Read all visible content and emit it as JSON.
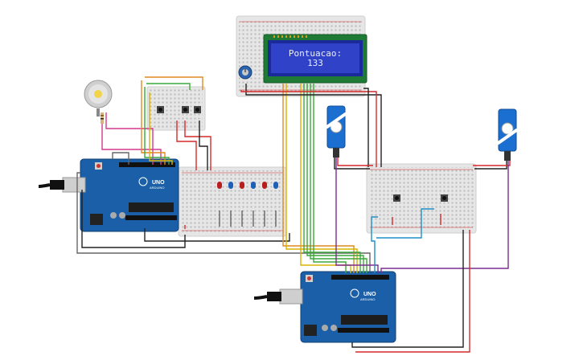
{
  "lcd": {
    "line1": "Pontuacao:",
    "line2": "133"
  },
  "boards": {
    "uno_label": "UNO",
    "arduino_label": "ARDUINO"
  },
  "colors": {
    "background": "#ffffff",
    "breadboard": "#e6e6e6",
    "arduino": "#1a5fa8",
    "lcd_screen": "#3043c8",
    "lcd_pcb": "#1f7a35",
    "servo": "#1b6fd1",
    "wire_red": "#d42a2a",
    "wire_black": "#222222",
    "wire_green": "#3aa83a",
    "wire_orange": "#e08a1e",
    "wire_yellow": "#d9b300",
    "wire_purple": "#7a2d8f",
    "wire_blue": "#1e8fc8",
    "wire_gray": "#666666",
    "wire_pink": "#d43a8a"
  },
  "components": {
    "motor": "dc-motor-icon",
    "servo": "servo-icon",
    "potentiometer": "potentiometer-icon",
    "pushbutton": "pushbutton-icon",
    "usb_cable": "usb-cable-icon"
  }
}
